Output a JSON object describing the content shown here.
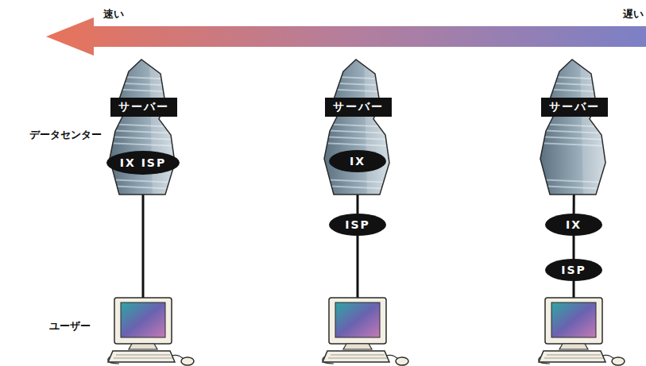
{
  "diagram": {
    "nodes": [
      {
        "text": [
          "サーバー"
        ]
      },
      {
        "text": [
          "IX ISP"
        ]
      },
      {
        "text": [
          "サーバー"
        ]
      },
      {
        "text": [
          "IX"
        ]
      },
      {
        "text": [
          "ISP"
        ]
      },
      {
        "text": [
          "サーバー"
        ]
      },
      {
        "text": [
          "IX"
        ]
      },
      {
        "text": [
          "ISP"
        ]
      }
    ],
    "edges": [
      {
        "from": 3,
        "to": 4,
        "arrow": "none"
      },
      {
        "from": 5,
        "to": 6,
        "arrow": "none"
      },
      {
        "from": 6,
        "to": 7,
        "arrow": "none"
      }
    ],
    "labels": [
      "速い",
      "遅い",
      "データセンター",
      "ユーザー"
    ]
  }
}
